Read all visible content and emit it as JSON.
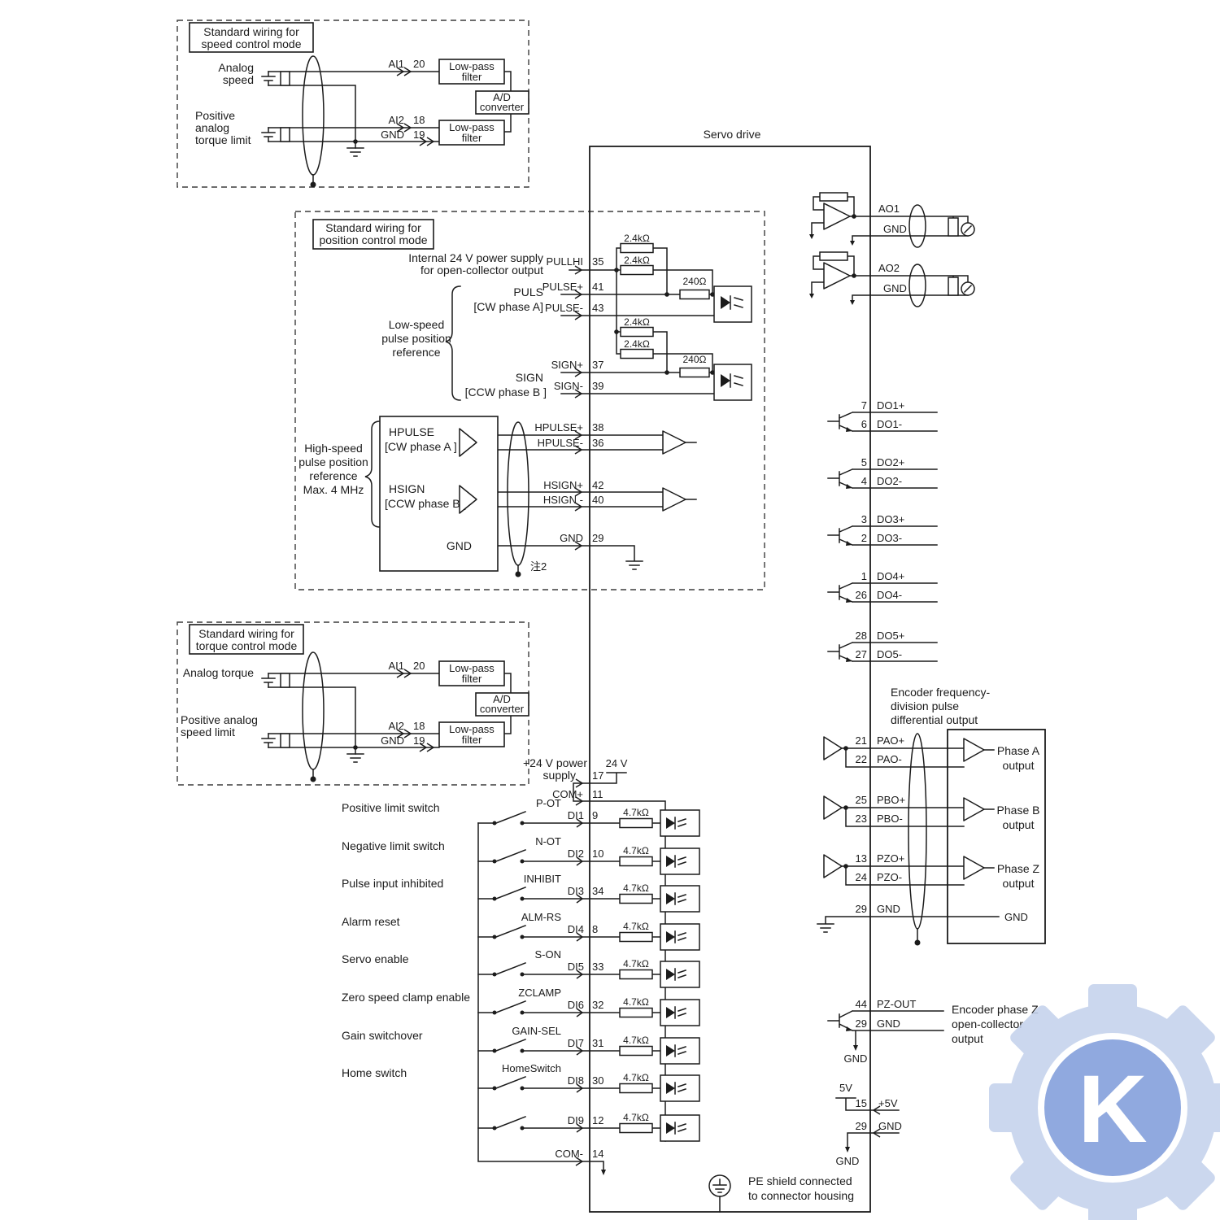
{
  "speed_box": {
    "t1": "Standard wiring for",
    "t2": "speed control mode",
    "in1a": "Analog",
    "in1b": "speed",
    "ai1": "AI1",
    "ai1_pin": "20",
    "lpf1a": "Low-pass",
    "lpf1b": "filter",
    "adc1": "A/D",
    "adc2": "converter",
    "in2a": "Positive",
    "in2b": "analog",
    "in2c": "torque limit",
    "ai2": "AI2",
    "ai2_pin": "18",
    "gnd": "GND",
    "gnd_pin": "19",
    "lpf2a": "Low-pass",
    "lpf2b": "filter"
  },
  "position_box": {
    "t1": "Standard wiring for",
    "t2": "position control mode",
    "d1": "Internal 24 V power supply",
    "d2": "for open-collector output",
    "pullhi": "PULLHI",
    "pullhi_pin": "35",
    "r24": [
      "2.4kΩ",
      "2.4kΩ",
      "2.4kΩ",
      "2.4kΩ"
    ],
    "r240": [
      "240Ω",
      "240Ω"
    ],
    "pulse_p": "PULSE+",
    "pulse_p_pin": "41",
    "puls": "PULS",
    "puls_ph": "[CW phase A]",
    "pulse_m": "PULSE-",
    "pulse_m_pin": "43",
    "low1": "Low-speed",
    "low2": "pulse position",
    "low3": "reference",
    "sign_p": "SIGN+",
    "sign_p_pin": "37",
    "sign": "SIGN",
    "sign_ph": "[CCW phase B ]",
    "sign_m": "SIGN-",
    "sign_m_pin": "39",
    "high1": "High-speed",
    "high2": "pulse position",
    "high3": "reference",
    "high4": "Max. 4 MHz",
    "hpulse": "HPULSE",
    "hpulse_ph": "[CW phase A ]",
    "hp_p": "HPULSE+",
    "hp_p_pin": "38",
    "hp_m": "HPULSE-",
    "hp_m_pin": "36",
    "hsign": "HSIGN",
    "hsign_ph": "[CCW phase B ]",
    "hs_p": "HSIGN+",
    "hs_p_pin": "42",
    "hs_m": "HSIGN -",
    "hs_m_pin": "40",
    "gnd_inner": "GND",
    "gnd": "GND",
    "gnd_pin": "29",
    "note": "注2"
  },
  "torque_box": {
    "t1": "Standard wiring for",
    "t2": "torque control mode",
    "in1": "Analog torque",
    "ai1": "AI1",
    "ai1_pin": "20",
    "lpf1a": "Low-pass",
    "lpf1b": "filter",
    "adc1": "A/D",
    "adc2": "converter",
    "in2a": "Positive analog",
    "in2b": "speed limit",
    "ai2": "AI2",
    "ai2_pin": "18",
    "gnd": "GND",
    "gnd_pin": "19",
    "lpf2a": "Low-pass",
    "lpf2b": "filter"
  },
  "servo": {
    "title": "Servo drive"
  },
  "analog_out": {
    "ao1": "AO1",
    "gnd1": "GND",
    "ao2": "AO2",
    "gnd2": "GND"
  },
  "digital_out": {
    "rows": [
      {
        "pin_p": "7",
        "lab_p": "DO1+",
        "pin_m": "6",
        "lab_m": "DO1-"
      },
      {
        "pin_p": "5",
        "lab_p": "DO2+",
        "pin_m": "4",
        "lab_m": "DO2-"
      },
      {
        "pin_p": "3",
        "lab_p": "DO3+",
        "pin_m": "2",
        "lab_m": "DO3-"
      },
      {
        "pin_p": "1",
        "lab_p": "DO4+",
        "pin_m": "26",
        "lab_m": "DO4-"
      },
      {
        "pin_p": "28",
        "lab_p": "DO5+",
        "pin_m": "27",
        "lab_m": "DO5-"
      }
    ]
  },
  "encoder": {
    "d1": "Encoder frequency-",
    "d2": "division pulse",
    "d3": "differential output",
    "rows": [
      {
        "pin_p": "21",
        "lab_p": "PAO+",
        "pin_m": "22",
        "lab_m": "PAO-",
        "out1": "Phase A",
        "out2": "output"
      },
      {
        "pin_p": "25",
        "lab_p": "PBO+",
        "pin_m": "23",
        "lab_m": "PBO-",
        "out1": "Phase B",
        "out2": "output"
      },
      {
        "pin_p": "13",
        "lab_p": "PZO+",
        "pin_m": "24",
        "lab_m": "PZO-",
        "out1": "Phase Z",
        "out2": "output"
      }
    ],
    "gnd_pin": "29",
    "gnd": "GND",
    "gnd_box": "GND"
  },
  "pz": {
    "pin": "44",
    "label": "PZ-OUT",
    "gnd_pin": "29",
    "gnd": "GND",
    "gnd_below": "GND",
    "d1": "Encoder phase Z",
    "d2": "open-collector",
    "d3": "output"
  },
  "p5v": {
    "rail": "5V",
    "pin": "15",
    "label": "+5V",
    "gnd_pin": "29",
    "gnd": "GND",
    "gnd_below": "GND"
  },
  "pe": {
    "l1": "PE shield connected",
    "l2": "to connector housing"
  },
  "din": {
    "sup1": "+24 V power",
    "sup2": "supply",
    "rail": "24 V",
    "sup_pin": "17",
    "com_p": "COM+",
    "com_p_pin": "11",
    "com_m": "COM-",
    "com_m_pin": "14",
    "rows": [
      {
        "desc": "Positive limit switch",
        "signal": "P-OT",
        "di": "DI1",
        "pin": "9",
        "res": "4.7kΩ"
      },
      {
        "desc": "Negative limit switch",
        "signal": "N-OT",
        "di": "DI2",
        "pin": "10",
        "res": "4.7kΩ"
      },
      {
        "desc": "Pulse input inhibited",
        "signal": "INHIBIT",
        "di": "DI3",
        "pin": "34",
        "res": "4.7kΩ"
      },
      {
        "desc": "Alarm reset",
        "signal": "ALM-RS",
        "di": "DI4",
        "pin": "8",
        "res": "4.7kΩ"
      },
      {
        "desc": "Servo enable",
        "signal": "S-ON",
        "di": "DI5",
        "pin": "33",
        "res": "4.7kΩ"
      },
      {
        "desc": "Zero speed clamp enable",
        "signal": "ZCLAMP",
        "di": "DI6",
        "pin": "32",
        "res": "4.7kΩ"
      },
      {
        "desc": "Gain switchover",
        "signal": "GAIN-SEL",
        "di": "DI7",
        "pin": "31",
        "res": "4.7kΩ"
      },
      {
        "desc": "Home switch",
        "signal": "HomeSwitch",
        "di": "DI8",
        "pin": "30",
        "res": "4.7kΩ"
      },
      {
        "desc": "",
        "signal": "",
        "di": "DI9",
        "pin": "12",
        "res": "4.7kΩ"
      }
    ]
  },
  "watermark": {
    "letter": "K"
  }
}
